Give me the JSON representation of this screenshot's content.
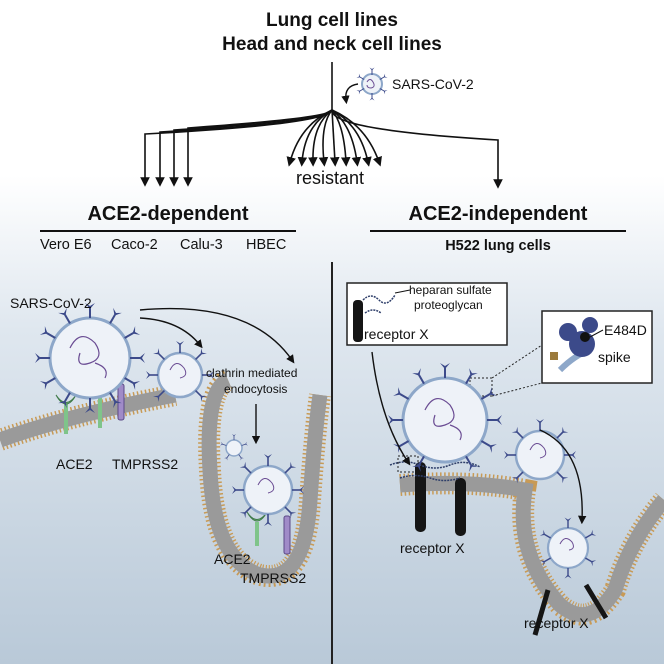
{
  "title": {
    "line1": "Lung cell lines",
    "line2": "Head and neck cell lines"
  },
  "virus_label": "SARS-CoV-2",
  "resistant_label": "resistant",
  "left": {
    "heading": "ACE2-dependent",
    "cell_lines": [
      "Vero E6",
      "Caco-2",
      "Calu-3",
      "HBEC"
    ],
    "virus_label": "SARS-CoV-2",
    "process_label_1": "clathrin mediated",
    "process_label_2": "endocytosis",
    "receptor_labels": [
      "ACE2",
      "TMPRSS2",
      "ACE2",
      "TMPRSS2"
    ]
  },
  "right": {
    "heading": "ACE2-independent",
    "cell_line": "H522 lung cells",
    "hspg_label_1": "heparan sulfate",
    "hspg_label_2": "proteoglycan",
    "receptor_labels": [
      "receptor X",
      "receptor X",
      "receptor X"
    ],
    "mutation_label": "E484D",
    "spike_label": "spike"
  },
  "colors": {
    "membrane": "#9a9a9a",
    "virus_envelope": "#8da7c9",
    "spike_protein": "#3c4a8a",
    "ace2": "#7fc48a",
    "tmprss2": "#a08bc8",
    "receptor_x": "#151515",
    "background_bottom": "#b9c9d8"
  }
}
